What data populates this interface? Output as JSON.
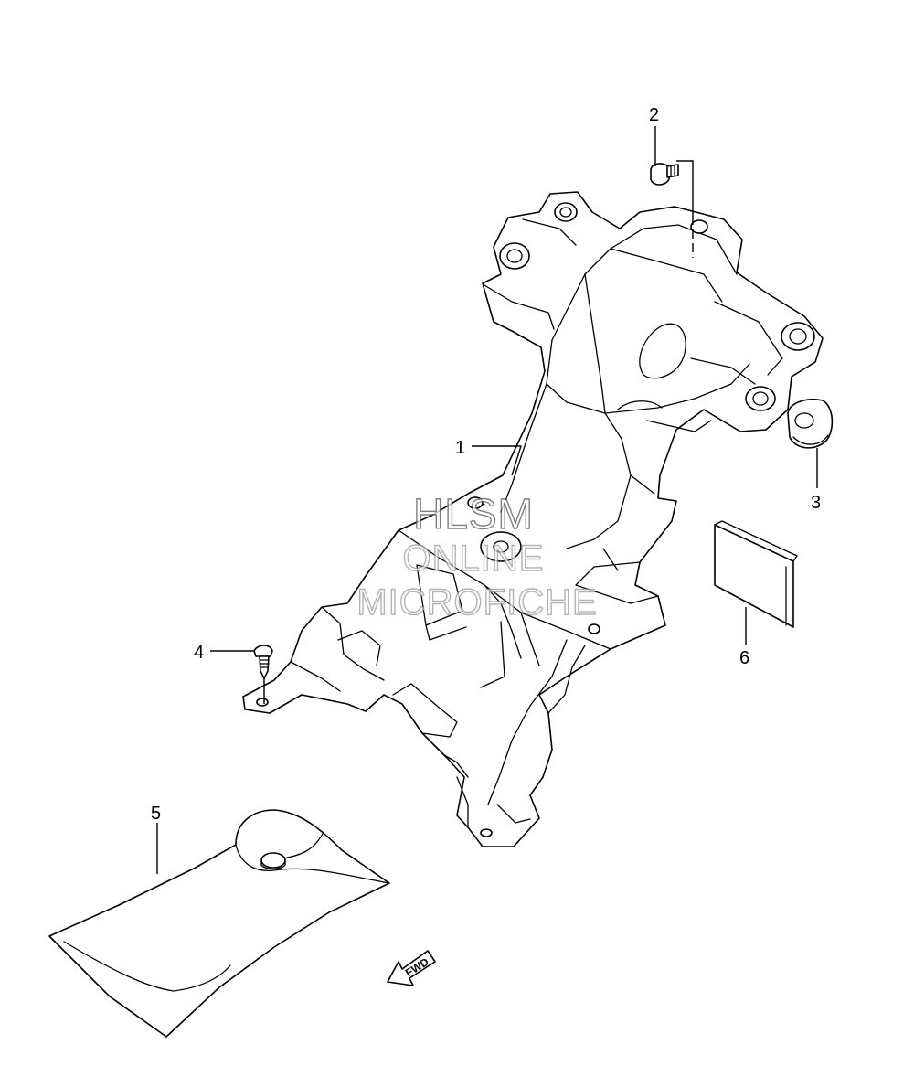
{
  "callouts": [
    "1",
    "2",
    "3",
    "4",
    "5",
    "6"
  ],
  "watermark": {
    "line1": "HLSM",
    "line2": "ONLINE",
    "line3": "MICROFICHE"
  },
  "direction_arrow": {
    "label": "FWD"
  }
}
